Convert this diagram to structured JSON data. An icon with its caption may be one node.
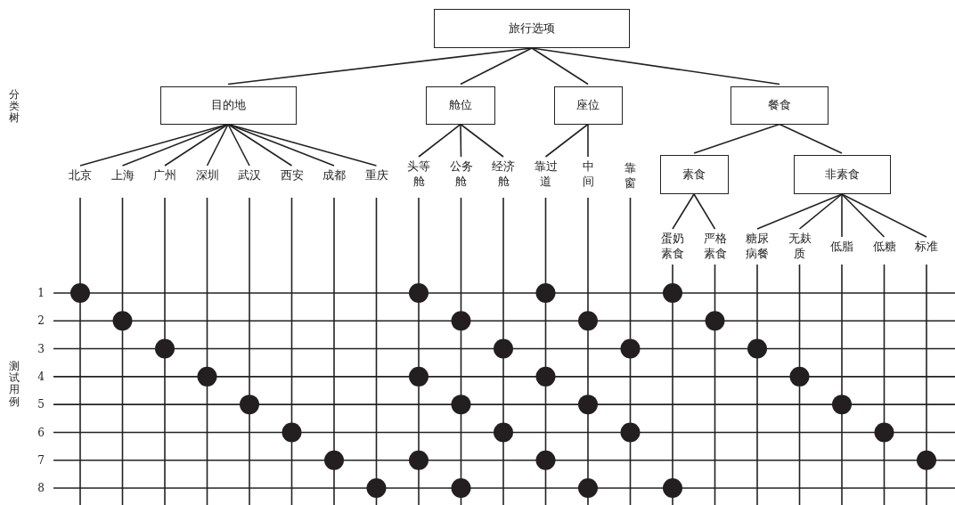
{
  "diagram": {
    "nodes": [
      {
        "text": [
          "旅行选项"
        ]
      },
      {
        "text": [
          "目的地"
        ]
      },
      {
        "text": [
          "舱位"
        ]
      },
      {
        "text": [
          "座位"
        ]
      },
      {
        "text": [
          "餐食"
        ]
      },
      {
        "text": [
          "北京"
        ]
      },
      {
        "text": [
          "上海"
        ]
      },
      {
        "text": [
          "广州"
        ]
      },
      {
        "text": [
          "深圳"
        ]
      },
      {
        "text": [
          "武汉"
        ]
      },
      {
        "text": [
          "西安"
        ]
      },
      {
        "text": [
          "成都"
        ]
      },
      {
        "text": [
          "重庆"
        ]
      },
      {
        "text": [
          "头等舱"
        ]
      },
      {
        "text": [
          "公务舱"
        ]
      },
      {
        "text": [
          "经济舱"
        ]
      },
      {
        "text": [
          "靠过道"
        ]
      },
      {
        "text": [
          "中间"
        ]
      },
      {
        "text": [
          "靠窗"
        ]
      },
      {
        "text": [
          "素食"
        ]
      },
      {
        "text": [
          "非素食"
        ]
      },
      {
        "text": [
          "蛋奶素食"
        ]
      },
      {
        "text": [
          "严格素食"
        ]
      },
      {
        "text": [
          "糖尿病餐"
        ]
      },
      {
        "text": [
          "无麸质"
        ]
      },
      {
        "text": [
          "低脂"
        ]
      },
      {
        "text": [
          "低糖"
        ]
      },
      {
        "text": [
          "标准"
        ]
      }
    ],
    "edges": [
      {
        "from": 0,
        "to": 1,
        "arrow": "none"
      },
      {
        "from": 0,
        "to": 2,
        "arrow": "none"
      },
      {
        "from": 0,
        "to": 3,
        "arrow": "none"
      },
      {
        "from": 0,
        "to": 4,
        "arrow": "none"
      },
      {
        "from": 1,
        "to": 5,
        "arrow": "none"
      },
      {
        "from": 1,
        "to": 6,
        "arrow": "none"
      },
      {
        "from": 1,
        "to": 7,
        "arrow": "none"
      },
      {
        "from": 1,
        "to": 8,
        "arrow": "none"
      },
      {
        "from": 1,
        "to": 9,
        "arrow": "none"
      },
      {
        "from": 1,
        "to": 10,
        "arrow": "none"
      },
      {
        "from": 1,
        "to": 11,
        "arrow": "none"
      },
      {
        "from": 1,
        "to": 12,
        "arrow": "none"
      },
      {
        "from": 2,
        "to": 13,
        "arrow": "none"
      },
      {
        "from": 2,
        "to": 14,
        "arrow": "none"
      },
      {
        "from": 2,
        "to": 15,
        "arrow": "none"
      },
      {
        "from": 3,
        "to": 16,
        "arrow": "none"
      },
      {
        "from": 3,
        "to": 17,
        "arrow": "none"
      },
      {
        "from": 4,
        "to": 19,
        "arrow": "none"
      },
      {
        "from": 4,
        "to": 20,
        "arrow": "none"
      },
      {
        "from": 19,
        "to": 21,
        "arrow": "none"
      },
      {
        "from": 19,
        "to": 22,
        "arrow": "none"
      },
      {
        "from": 20,
        "to": 23,
        "arrow": "none"
      },
      {
        "from": 20,
        "to": 24,
        "arrow": "none"
      },
      {
        "from": 20,
        "to": 25,
        "arrow": "none"
      },
      {
        "from": 20,
        "to": 26,
        "arrow": "none"
      },
      {
        "from": 20,
        "to": 27,
        "arrow": "none"
      }
    ],
    "labels": [
      "分类树"
    ],
    "chart_data": {
      "type": "scatter",
      "grid": true,
      "ylabel": "测试用例",
      "ylim": [
        8,
        1
      ],
      "yticks": [
        1,
        2,
        3,
        4,
        5,
        6,
        7,
        8
      ],
      "categories": [
        null,
        null,
        null,
        null,
        null,
        null,
        null,
        null,
        null,
        null,
        null,
        null,
        null,
        null,
        null,
        null,
        null,
        null,
        null,
        null,
        null
      ],
      "series": [
        {
          "color": "#231f20",
          "values": [
            1,
            null,
            null,
            null,
            null,
            null,
            null,
            null,
            1,
            null,
            null,
            1,
            null,
            null,
            1,
            null,
            null,
            null,
            null,
            null,
            null
          ]
        },
        {
          "color": "#231f20",
          "values": [
            null,
            2,
            null,
            null,
            null,
            null,
            null,
            null,
            null,
            2,
            null,
            null,
            2,
            null,
            null,
            2,
            null,
            null,
            null,
            null,
            null
          ]
        },
        {
          "color": "#231f20",
          "values": [
            null,
            null,
            3,
            null,
            null,
            null,
            null,
            null,
            null,
            null,
            3,
            null,
            null,
            3,
            null,
            null,
            3,
            null,
            null,
            null,
            null
          ]
        },
        {
          "color": "#231f20",
          "values": [
            null,
            null,
            null,
            4,
            null,
            null,
            null,
            null,
            4,
            null,
            null,
            4,
            null,
            null,
            null,
            null,
            null,
            4,
            null,
            null,
            null
          ]
        },
        {
          "color": "#231f20",
          "values": [
            null,
            null,
            null,
            null,
            5,
            null,
            null,
            null,
            null,
            5,
            null,
            null,
            5,
            null,
            null,
            null,
            null,
            null,
            5,
            null,
            null
          ]
        },
        {
          "color": "#231f20",
          "values": [
            null,
            null,
            null,
            null,
            null,
            6,
            null,
            null,
            null,
            null,
            6,
            null,
            null,
            6,
            null,
            null,
            null,
            null,
            null,
            6,
            null
          ]
        },
        {
          "color": "#231f20",
          "values": [
            null,
            null,
            null,
            null,
            null,
            null,
            7,
            null,
            7,
            null,
            null,
            7,
            null,
            null,
            null,
            null,
            null,
            null,
            null,
            null,
            7
          ]
        },
        {
          "color": "#231f20",
          "values": [
            null,
            null,
            null,
            null,
            null,
            null,
            null,
            8,
            null,
            8,
            null,
            null,
            8,
            null,
            8,
            null,
            null,
            null,
            null,
            null,
            null
          ]
        }
      ]
    }
  }
}
